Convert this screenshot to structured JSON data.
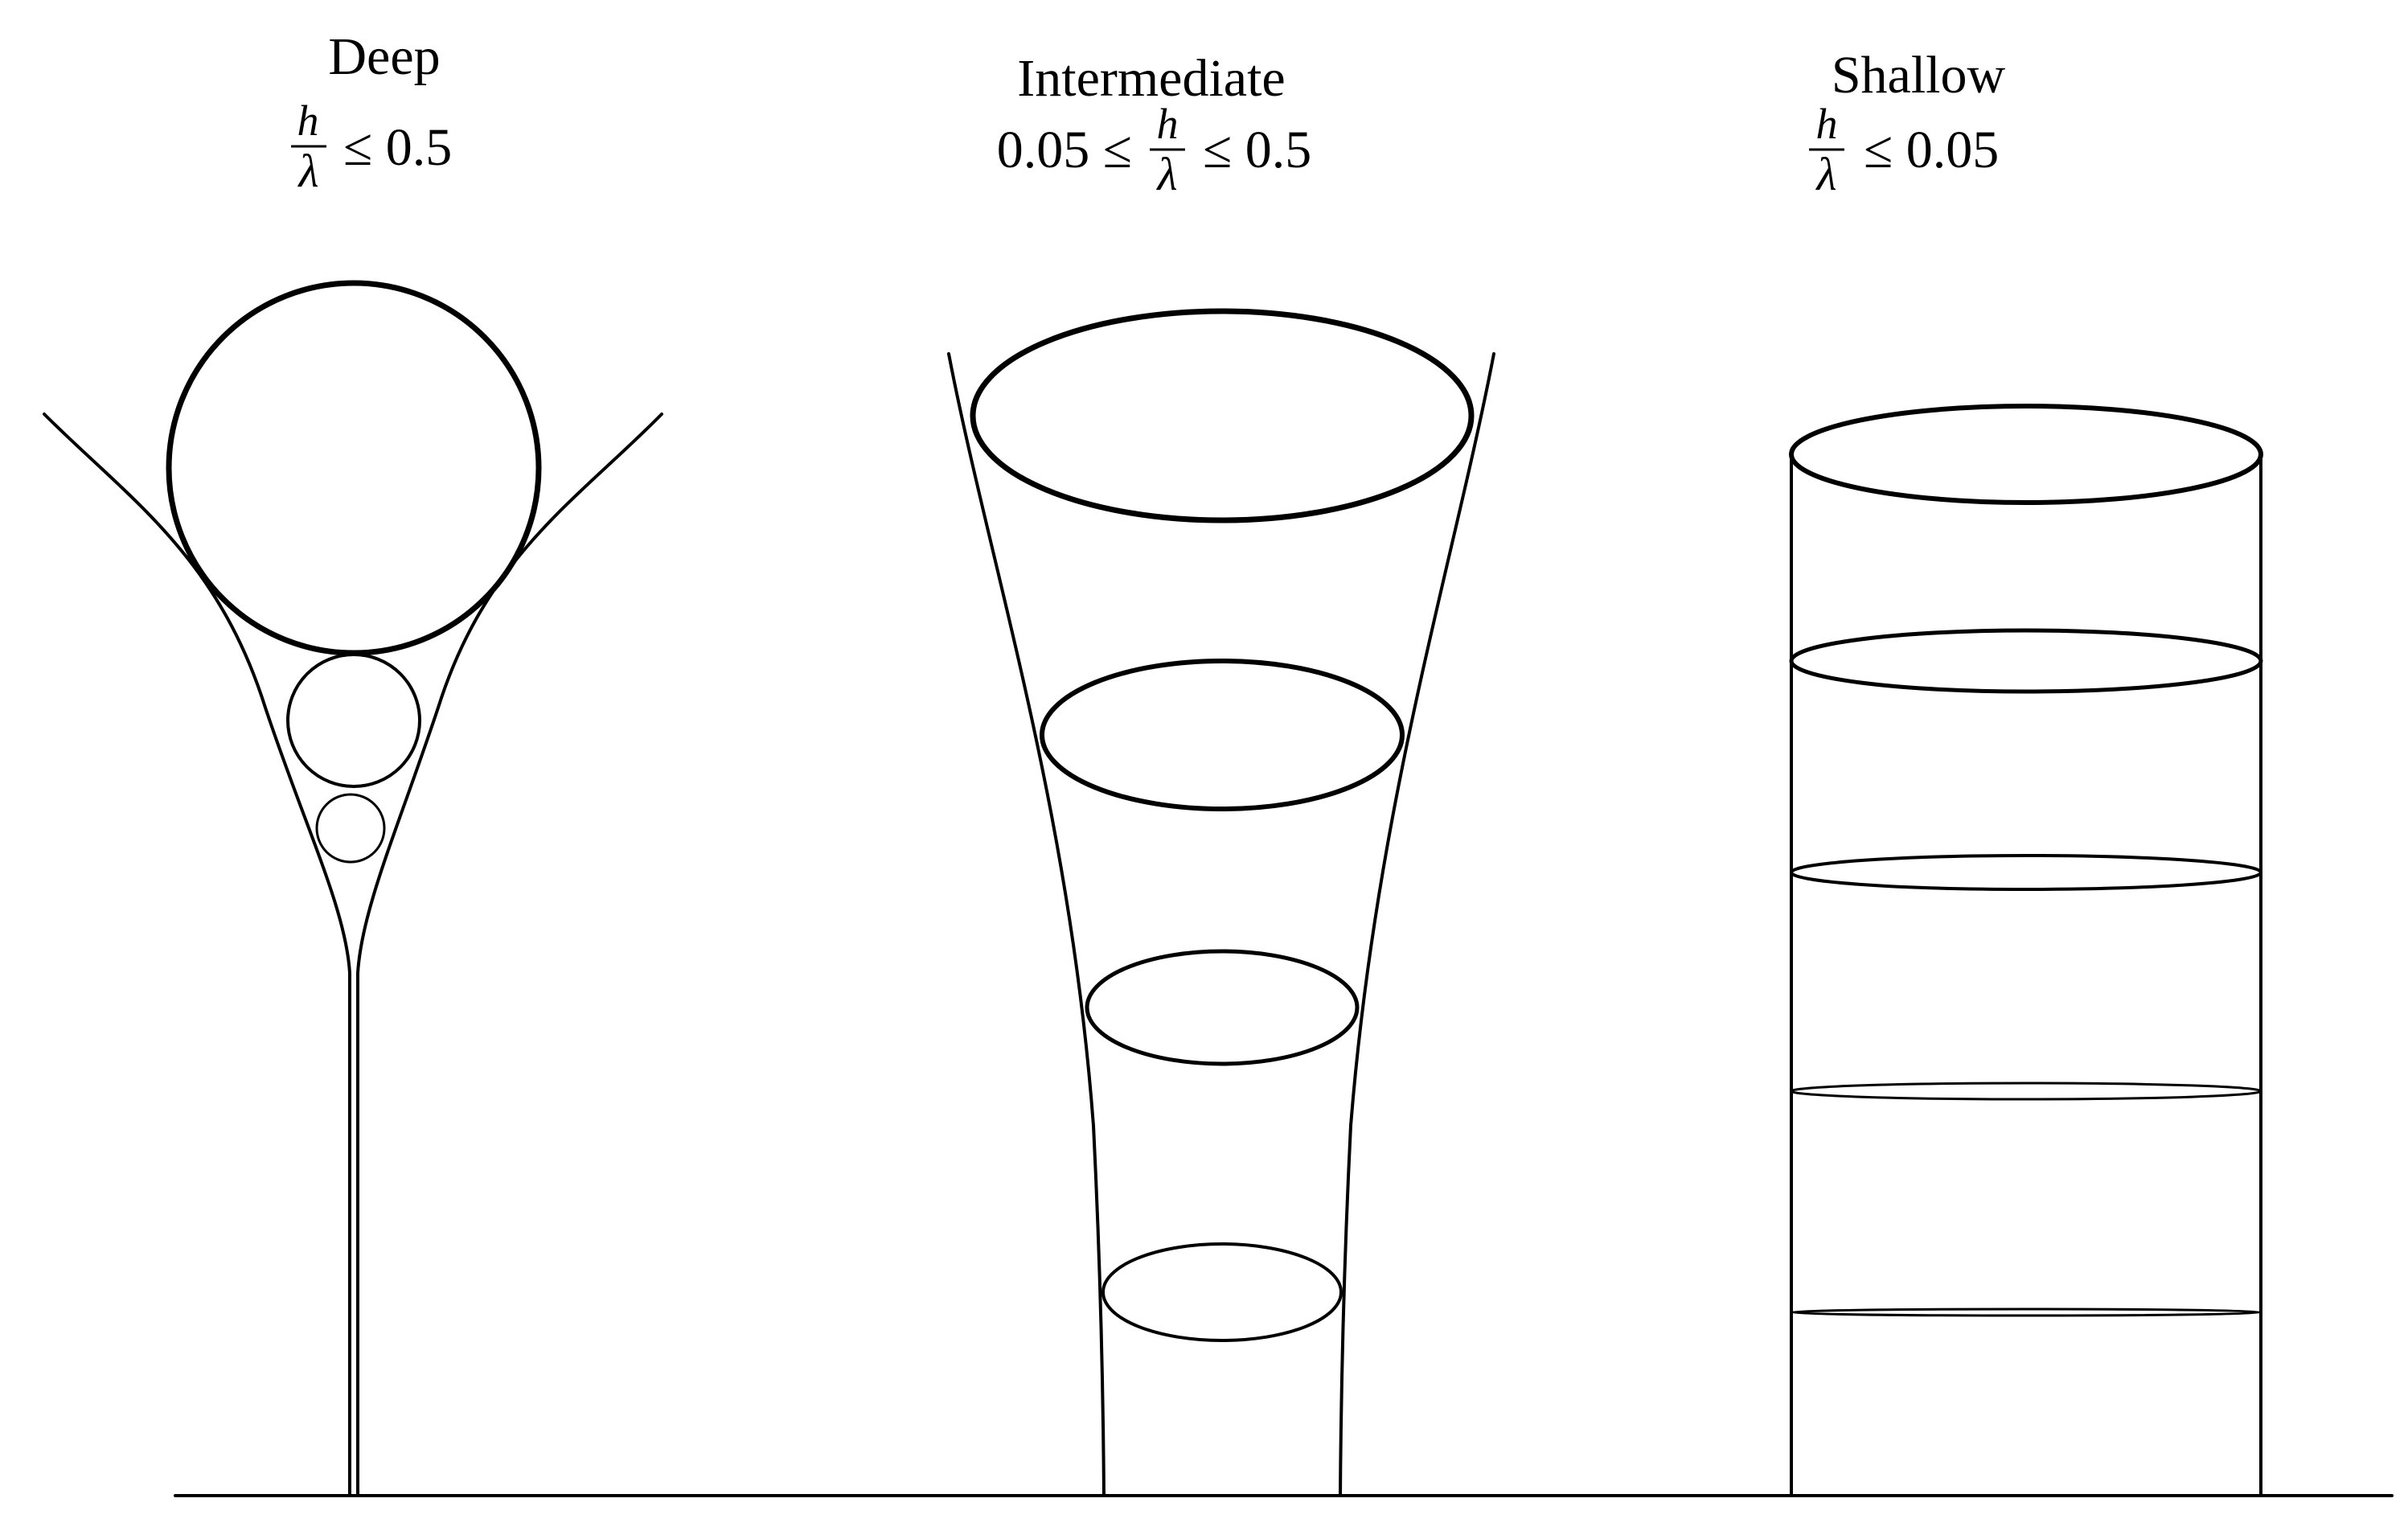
{
  "regimes": [
    {
      "name": "Deep",
      "numerator": "h",
      "denominator": "λ",
      "condition_prefix": "",
      "condition_suffix": "≤ 0.5"
    },
    {
      "name": "Intermediate",
      "numerator": "h",
      "denominator": "λ",
      "condition_prefix": "0.05 ≤",
      "condition_suffix": "≤ 0.5"
    },
    {
      "name": "Shallow",
      "numerator": "h",
      "denominator": "λ",
      "condition_prefix": "",
      "condition_suffix": "≤ 0.05"
    }
  ],
  "colors": {
    "line": "#000000",
    "background": "#ffffff"
  }
}
